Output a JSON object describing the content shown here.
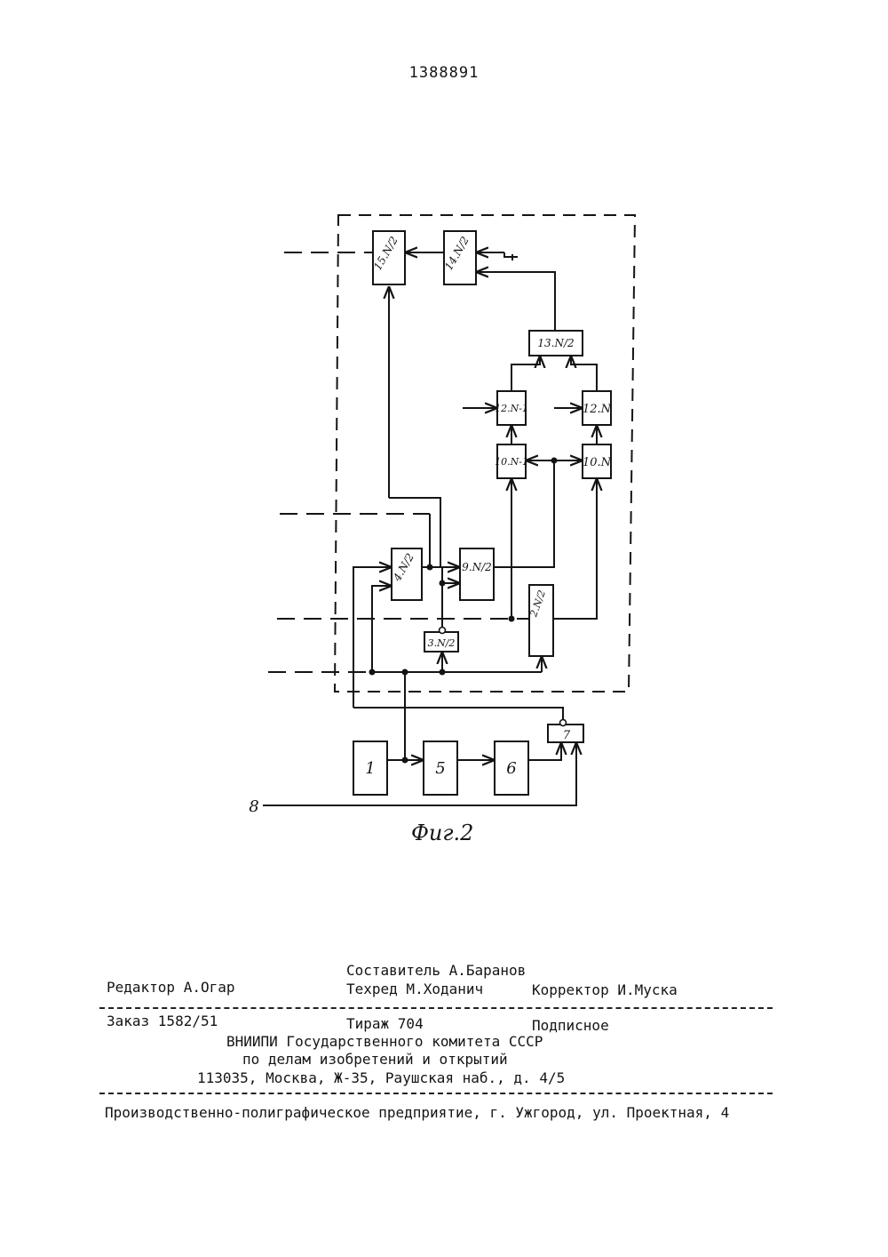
{
  "header": {
    "patent_number": "1388891"
  },
  "figure": {
    "caption": "Фиг.2",
    "blocks": {
      "b15": "15.N/2",
      "b14": "14.N/2",
      "b13": "13.N/2",
      "b12a": "12.N-1",
      "b12b": "12.N",
      "b10a": "10.N-1",
      "b10b": "10.N",
      "b4": "4.N/2",
      "b9": "9.N/2",
      "b2": "2.N/2",
      "b3": "3.N/2",
      "b7": "7",
      "b1": "1",
      "b5": "5",
      "b6": "6"
    },
    "input_label": "8"
  },
  "credits": {
    "compiler": "Составитель А.Баранов",
    "editor": "Редактор А.Огар",
    "techred": "Техред М.Ходанич",
    "corrector": "Корректор И.Муска",
    "order": "Заказ 1582/51",
    "circulation": "Тираж 704",
    "subscription": "Подписное",
    "org1": "ВНИИПИ Государственного комитета СССР",
    "org2": "по делам изобретений и открытий",
    "address": "113035, Москва, Ж-35, Раушская наб., д. 4/5",
    "printer": "Производственно-полиграфическое предприятие, г. Ужгород, ул. Проектная, 4"
  }
}
